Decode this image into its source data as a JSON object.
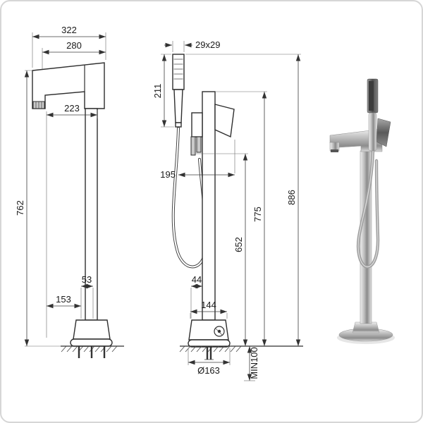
{
  "drawing": {
    "front": {
      "overall_width": "322",
      "spout_width": "280",
      "spout_reach": "223",
      "spout_height": "762",
      "base_offset": "53",
      "outlet_to_column": "153"
    },
    "side": {
      "handshower_section": "29x29",
      "handshower_length": "211",
      "outlet_reach": "195",
      "outlet_height": "652",
      "body_height": "775",
      "total_height": "886",
      "column_offset": "44",
      "base_depth": "144",
      "base_diameter": "Ø163",
      "min_clearance": "MIN100"
    }
  },
  "colors": {
    "line": "#2e2e2e",
    "dimension": "#3c3c3c",
    "background": "#ffffff",
    "frame_border": "#d6d6d6"
  }
}
